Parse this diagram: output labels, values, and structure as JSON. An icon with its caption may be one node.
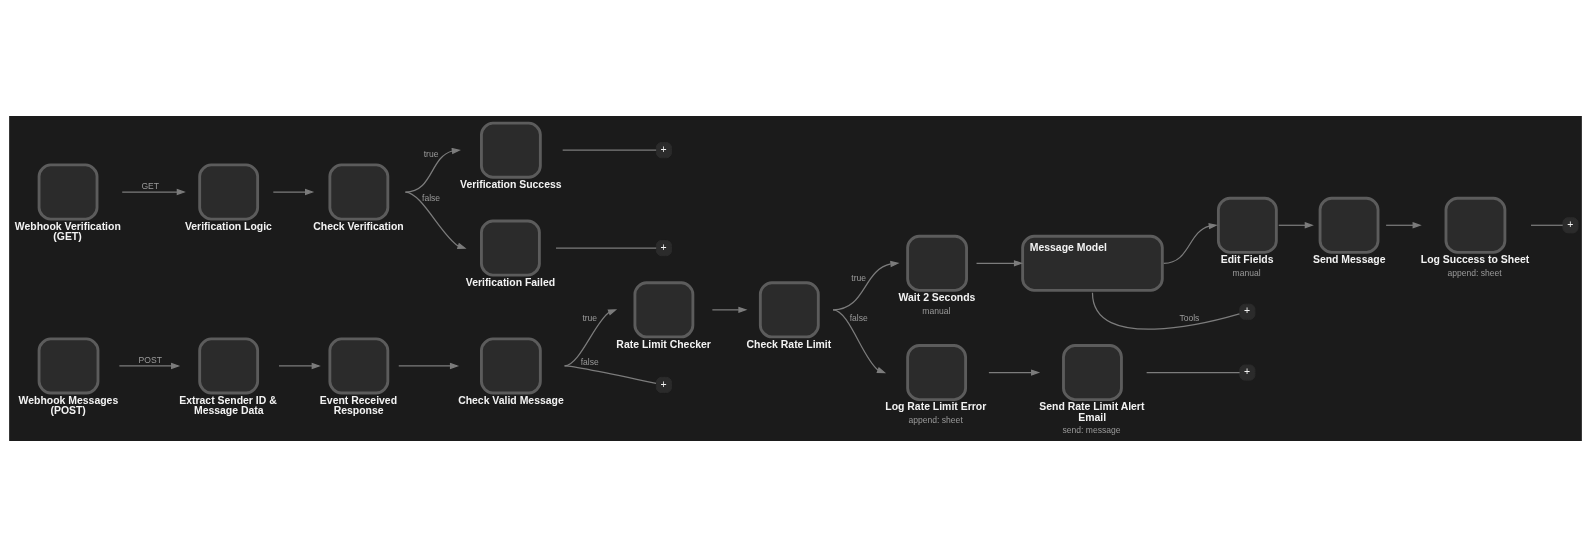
{
  "diagram": {
    "nodes": [
      {
        "text": [
          "Webhook Verification (GET)"
        ]
      },
      {
        "text": [
          "Verification Logic"
        ]
      },
      {
        "text": [
          "Check Verification"
        ]
      },
      {
        "text": [
          "Verification Success"
        ]
      },
      {
        "text": [
          "Verification Failed"
        ]
      },
      {
        "text": [
          "Webhook Messages (POST)"
        ]
      },
      {
        "text": [
          "Extract Sender ID & Message Data"
        ]
      },
      {
        "text": [
          "Event Received Response"
        ]
      },
      {
        "text": [
          "Check Valid Message"
        ]
      },
      {
        "text": [
          "Rate Limit Checker"
        ]
      },
      {
        "text": [
          "Check Rate Limit"
        ]
      },
      {
        "text": [
          "Wait 2 Seconds",
          "manual"
        ]
      },
      {
        "text": [
          "Message Model"
        ]
      },
      {
        "text": [
          "Edit Fields",
          "manual"
        ]
      },
      {
        "text": [
          "Send Message"
        ]
      },
      {
        "text": [
          "Log Success to Sheet",
          "append: sheet"
        ]
      },
      {
        "text": [
          "Log Rate Limit Error",
          "append: sheet"
        ]
      },
      {
        "text": [
          "Send Rate Limit Alert Email",
          "send: message"
        ]
      },
      {
        "text": [
          "+"
        ]
      },
      {
        "text": [
          "+"
        ]
      },
      {
        "text": [
          "+"
        ]
      },
      {
        "text": [
          "+"
        ]
      },
      {
        "text": [
          "+"
        ]
      },
      {
        "text": [
          "+"
        ]
      }
    ],
    "edges": [
      {
        "from": 0,
        "to": 1,
        "arrow": "to",
        "label": "GET"
      },
      {
        "from": 1,
        "to": 2,
        "arrow": "to"
      },
      {
        "from": 2,
        "to": 3,
        "arrow": "to",
        "label": "true"
      },
      {
        "from": 2,
        "to": 4,
        "arrow": "to",
        "label": "false"
      },
      {
        "from": 3,
        "to": 18,
        "arrow": "none"
      },
      {
        "from": 4,
        "to": 19,
        "arrow": "none"
      },
      {
        "from": 5,
        "to": 6,
        "arrow": "to",
        "label": "POST"
      },
      {
        "from": 6,
        "to": 7,
        "arrow": "to"
      },
      {
        "from": 7,
        "to": 8,
        "arrow": "to"
      },
      {
        "from": 8,
        "to": 9,
        "arrow": "to",
        "label": "true"
      },
      {
        "from": 8,
        "to": 20,
        "arrow": "none",
        "label": "false"
      },
      {
        "from": 9,
        "to": 10,
        "arrow": "to"
      },
      {
        "from": 10,
        "to": 11,
        "arrow": "to",
        "label": "true"
      },
      {
        "from": 10,
        "to": 16,
        "arrow": "to",
        "label": "false"
      },
      {
        "from": 11,
        "to": 12,
        "arrow": "to"
      },
      {
        "from": 12,
        "to": 13,
        "arrow": "to"
      },
      {
        "from": 12,
        "to": 21,
        "arrow": "none",
        "label": "Tools"
      },
      {
        "from": 13,
        "to": 14,
        "arrow": "to"
      },
      {
        "from": 14,
        "to": 15,
        "arrow": "to"
      },
      {
        "from": 15,
        "to": 22,
        "arrow": "none"
      },
      {
        "from": 16,
        "to": 17,
        "arrow": "to"
      },
      {
        "from": 17,
        "to": 23,
        "arrow": "none"
      }
    ]
  }
}
